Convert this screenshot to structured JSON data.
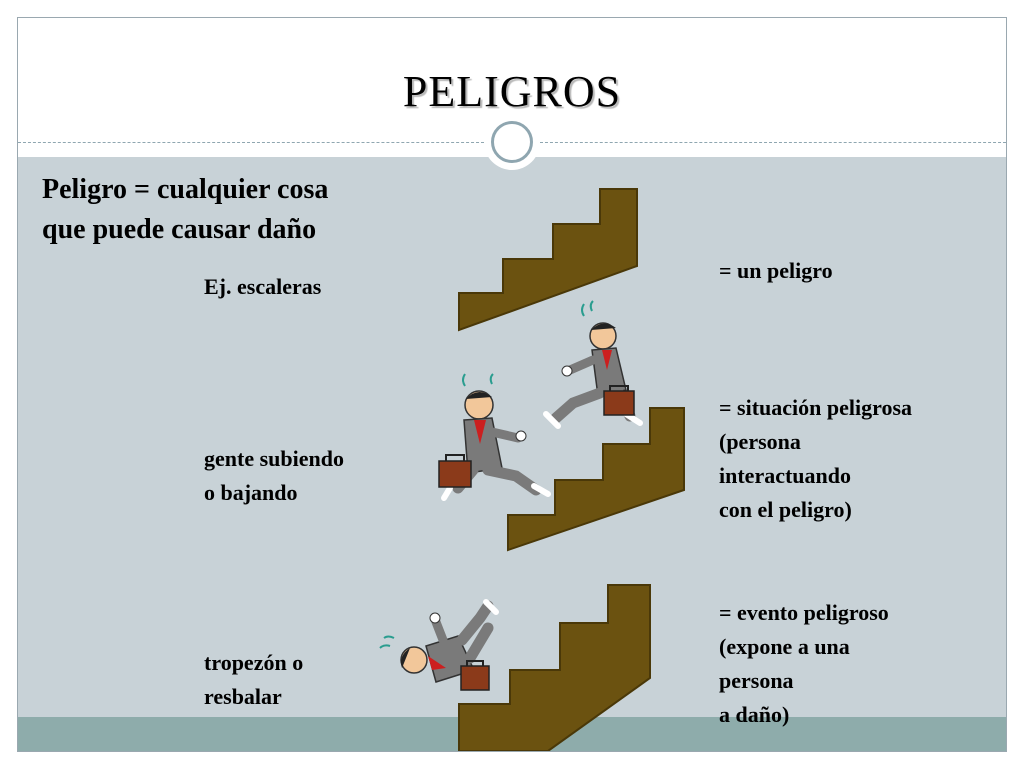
{
  "slide": {
    "title": "PELIGROS",
    "definition": "Peligro = cualquier cosa\nque puede causar daño",
    "examples": [
      {
        "left": "Ej. escaleras",
        "right": "= un peligro"
      },
      {
        "left": "gente subiendo\n o bajando",
        "right": "= situación peligrosa\n(persona\ninteractuando\ncon el peligro)"
      },
      {
        "left": "tropezón o\n resbalar",
        "right": "= evento peligroso\n(expone a una\npersona\na daño)"
      }
    ]
  },
  "colors": {
    "content_background": "#c8d2d7",
    "bottom_band": "#8eacab",
    "stairs": "#6b5210",
    "suit": "#7a7a7a",
    "briefcase": "#8b3a1a",
    "tie": "#cc1f1f"
  },
  "icons": [
    "circle-ornament-icon",
    "stairs-icon",
    "running-man-icon",
    "falling-man-icon"
  ]
}
